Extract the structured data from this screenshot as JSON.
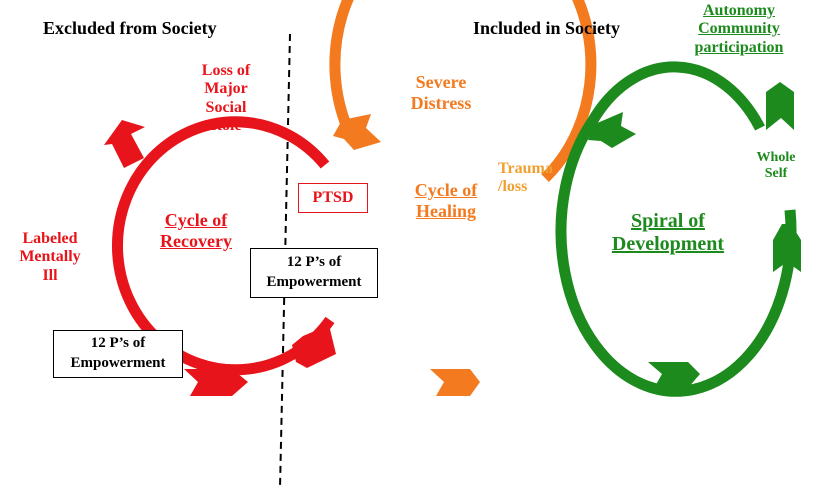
{
  "headers": {
    "excluded": "Excluded from Society",
    "included": "Included in Society"
  },
  "green_top": [
    "Autonomy",
    "Community",
    "participation"
  ],
  "red_labels": {
    "loss_role": [
      "Loss of",
      "Major",
      "Social",
      "Role"
    ],
    "labeled": [
      "Labeled",
      "Mentally",
      "Ill"
    ],
    "cycle": [
      "Cycle of",
      "Recovery"
    ]
  },
  "orange_labels": {
    "severe": [
      "Severe",
      "Distress"
    ],
    "cycle": [
      "Cycle of",
      "Healing"
    ],
    "trauma": [
      "Trauma",
      "/loss"
    ]
  },
  "green_labels": {
    "whole": [
      "Whole",
      "Self"
    ],
    "spiral": [
      "Spiral of",
      "Development"
    ]
  },
  "boxes": {
    "ptsd": "PTSD",
    "empowerment_left": [
      "12 P’s of",
      "Empowerment"
    ],
    "empowerment_mid": [
      "12 P’s of",
      "Empowerment"
    ]
  },
  "colors": {
    "red": "#e8141b",
    "orange": "#f47a1f",
    "amber": "#f0a030",
    "green": "#1d8a1d"
  }
}
